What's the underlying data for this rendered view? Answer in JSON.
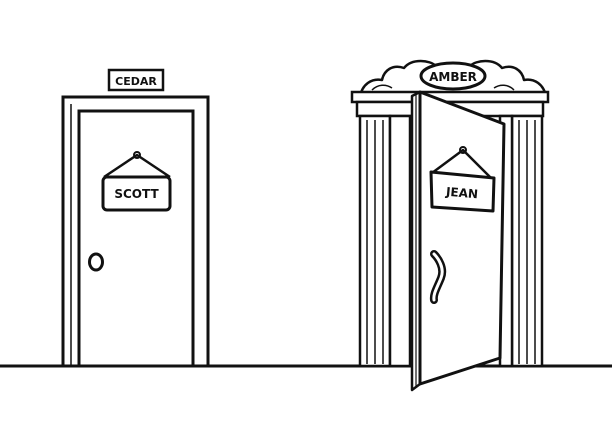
{
  "scene": {
    "colors": {
      "ink": "#111111",
      "paper": "#ffffff"
    },
    "doors": [
      {
        "id": "left",
        "plaque": "CEDAR",
        "sign": "SCOTT",
        "state": "closed",
        "knob": "round"
      },
      {
        "id": "right",
        "plaque": "AMBER",
        "sign": "JEAN",
        "state": "open",
        "knob": "curved-handle"
      }
    ]
  }
}
